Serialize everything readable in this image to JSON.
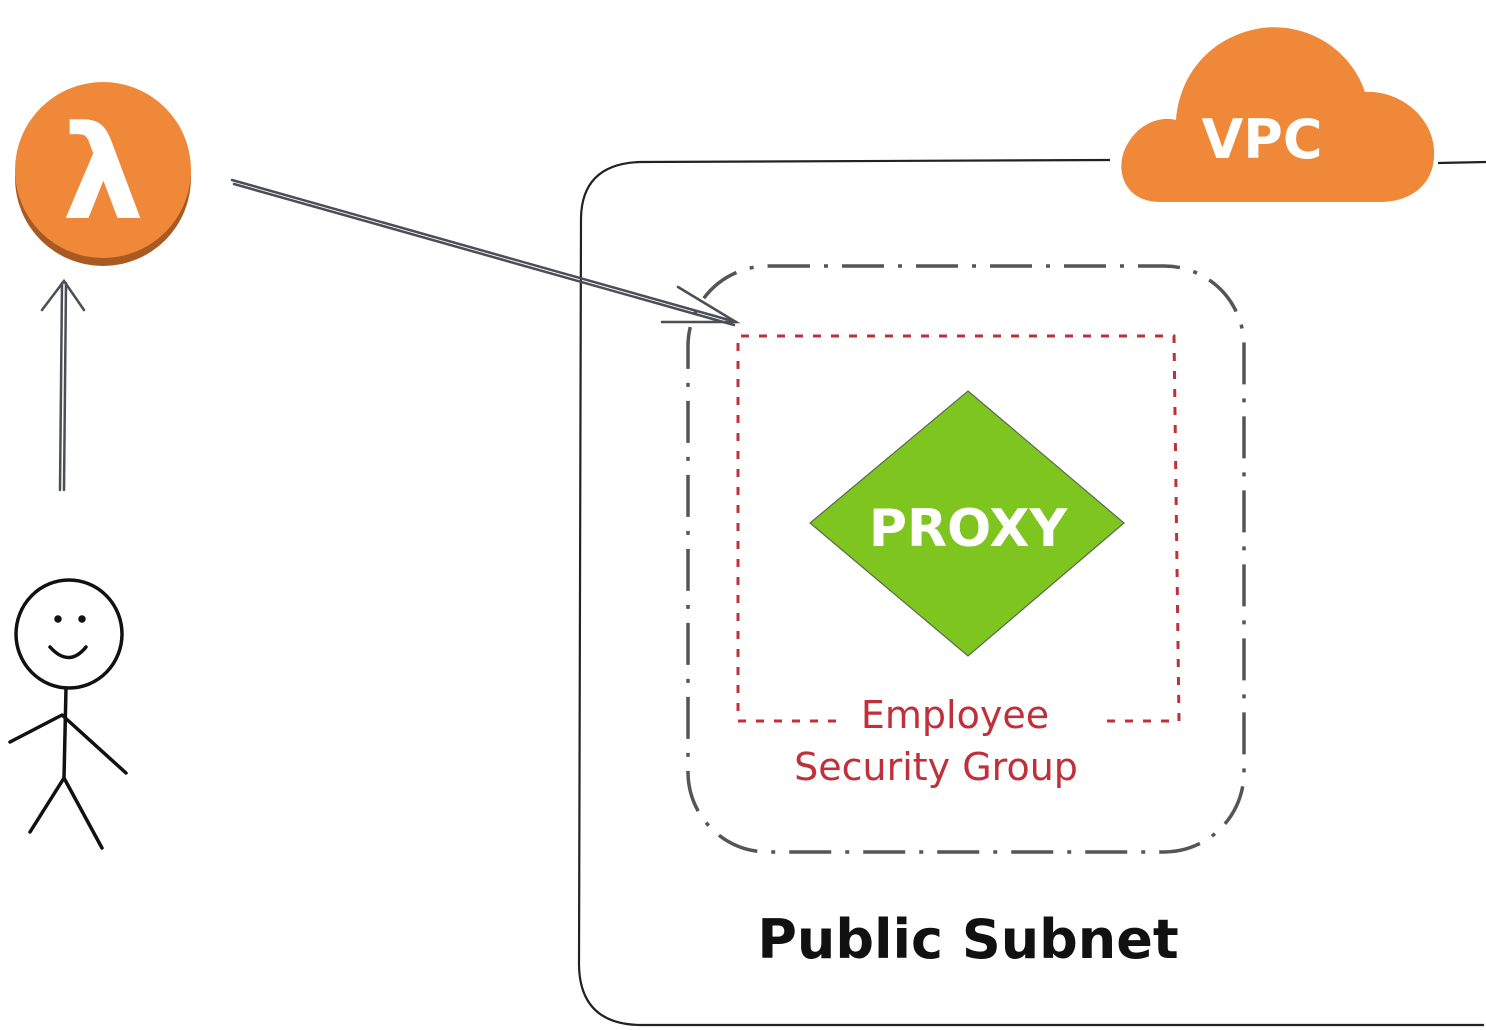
{
  "cloud": {
    "label": "VPC",
    "color": "#f0883a"
  },
  "lambda": {
    "glyph": "λ",
    "color": "#f0883a",
    "icon": "lambda-icon"
  },
  "proxy": {
    "label": "PROXY",
    "color": "#7ec520"
  },
  "security_group": {
    "line1": "Employee",
    "line2": "Security Group",
    "color": "#c0303a"
  },
  "subnet": {
    "label": "Public Subnet"
  },
  "user": {
    "icon": "user-stick-figure-icon"
  },
  "colors": {
    "arrow": "#4a4f57",
    "border": "#222222",
    "subnet_dash": "#555555"
  }
}
